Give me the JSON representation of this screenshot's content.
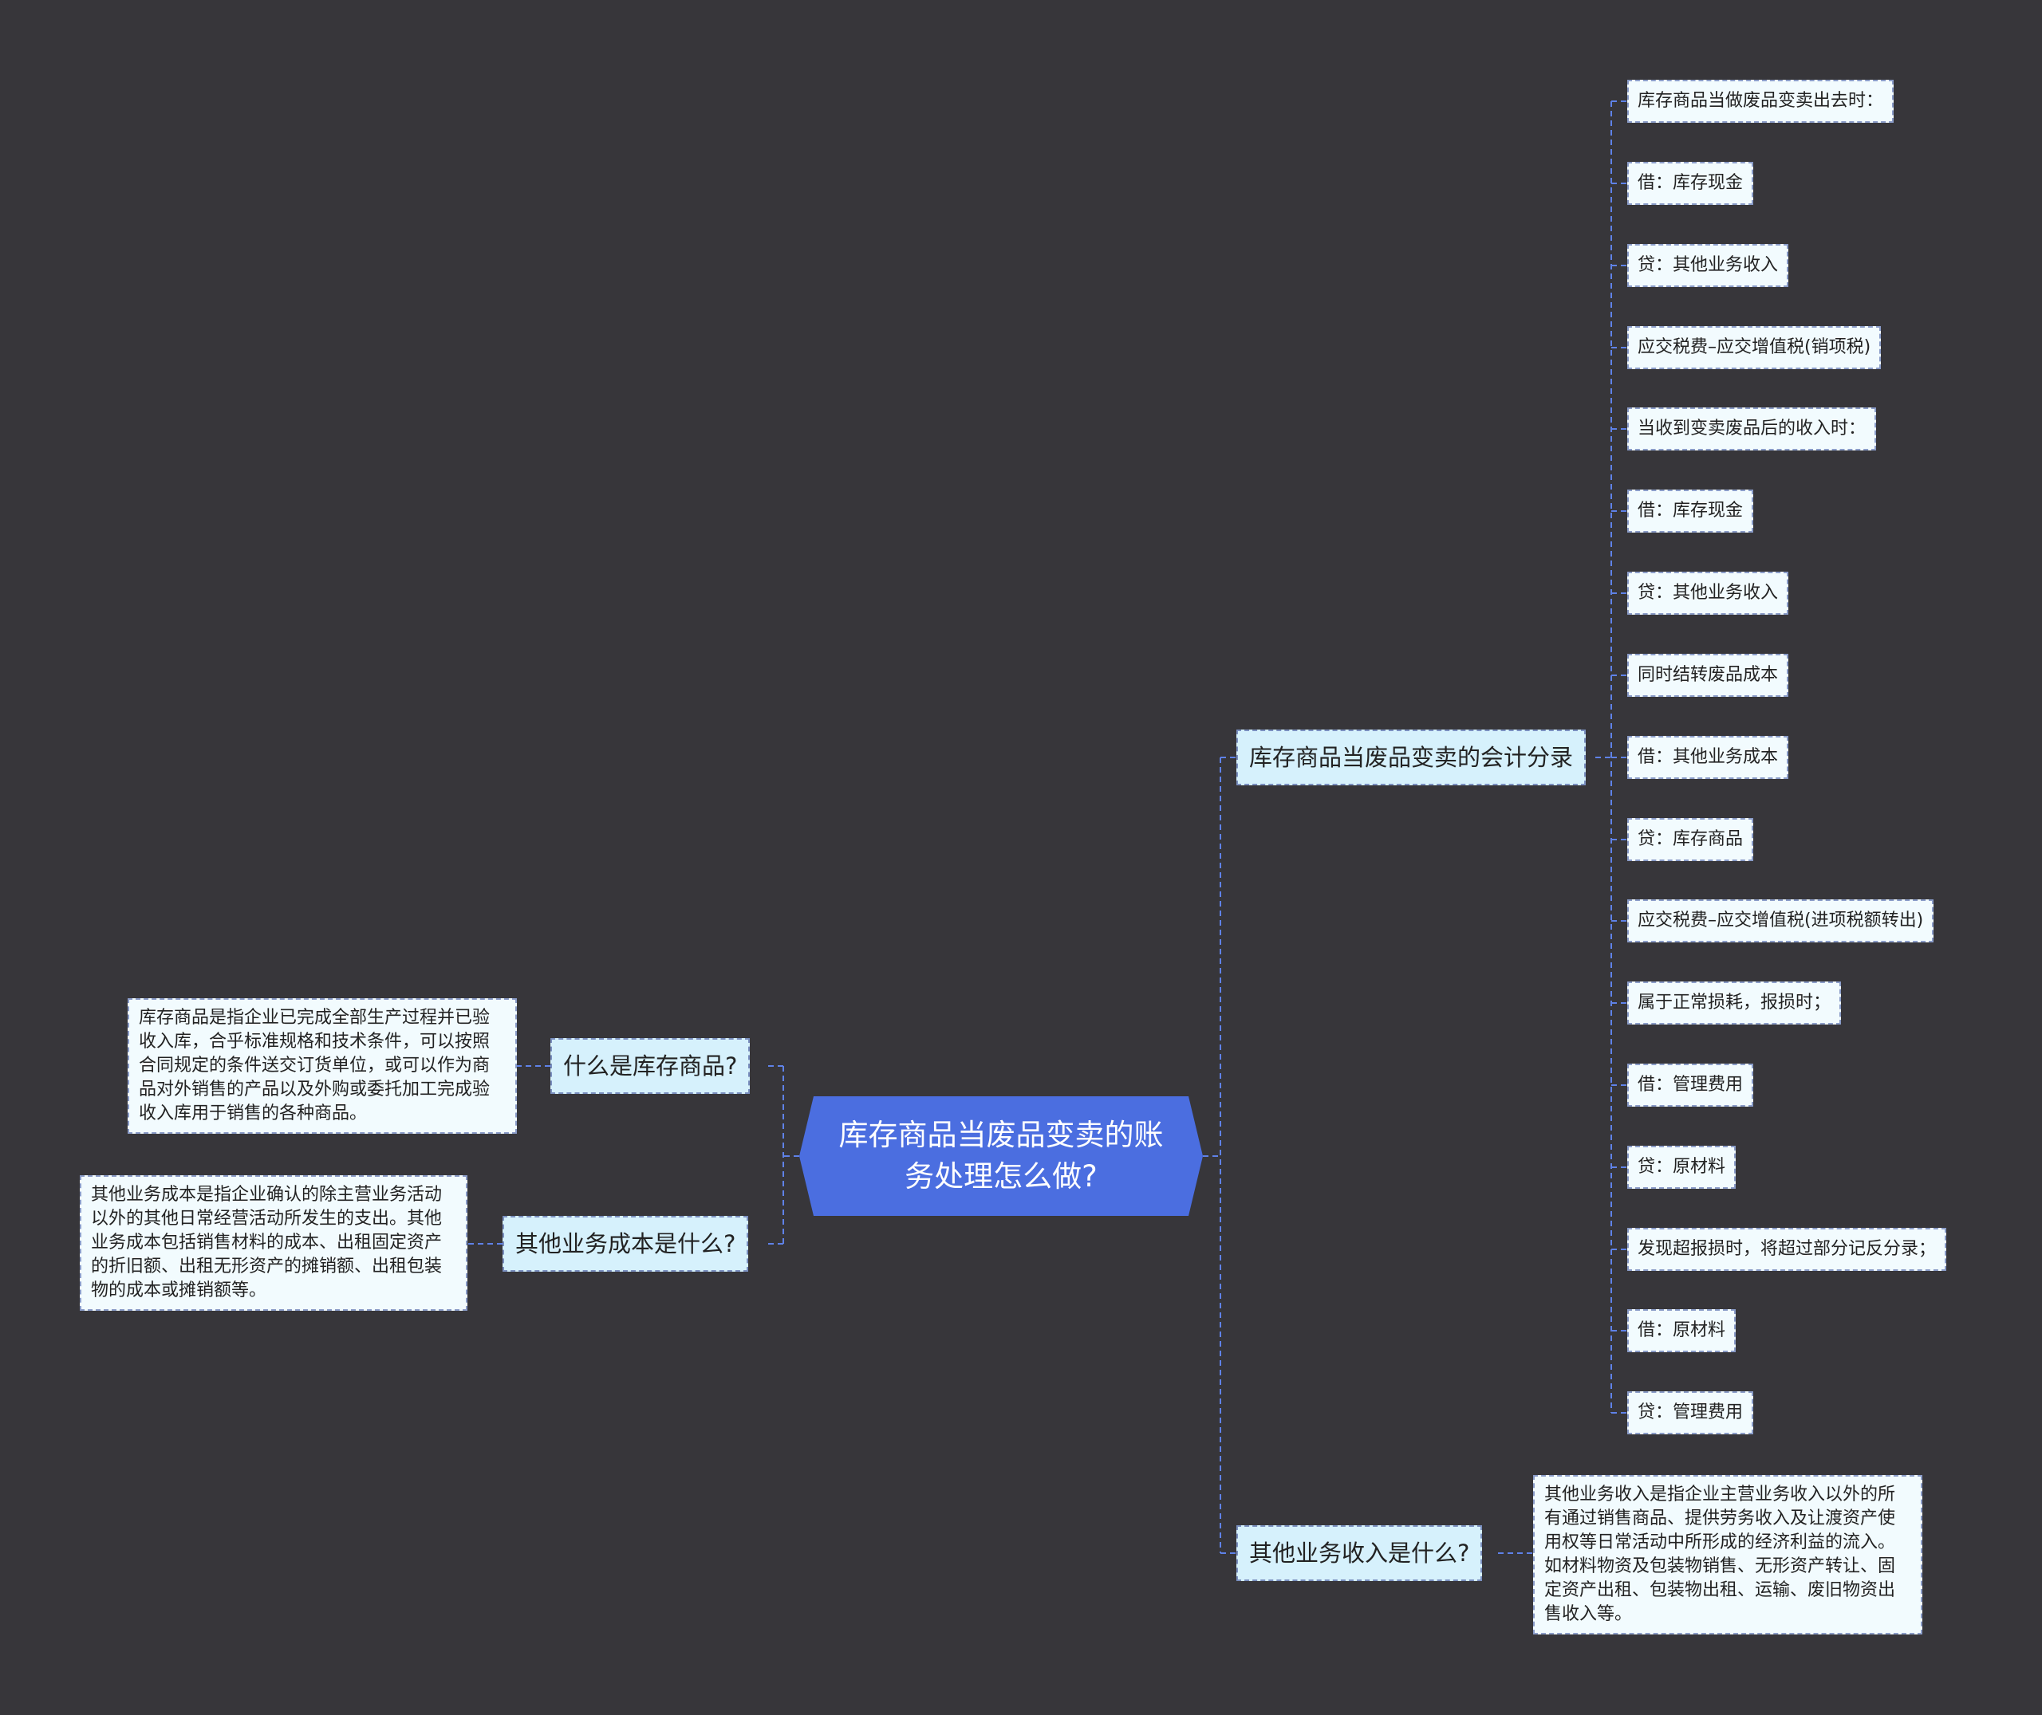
{
  "root": {
    "title": "库存商品当废品变卖的账务处理怎么做?"
  },
  "right_branches": [
    {
      "label": "库存商品当废品变卖的会计分录",
      "children": [
        "库存商品当做废品变卖出去时：",
        "借：库存现金",
        "贷：其他业务收入",
        "应交税费–应交增值税(销项税)",
        "当收到变卖废品后的收入时：",
        "借：库存现金",
        "贷：其他业务收入",
        "同时结转废品成本",
        "借：其他业务成本",
        "贷：库存商品",
        "应交税费–应交增值税(进项税额转出)",
        "属于正常损耗，报损时；",
        "借：管理费用",
        "贷：原材料",
        "发现超报损时，将超过部分记反分录；",
        "借：原材料",
        "贷：管理费用"
      ]
    },
    {
      "label": "其他业务收入是什么?",
      "note": "其他业务收入是指企业主营业务收入以外的所有通过销售商品、提供劳务收入及让渡资产使用权等日常活动中所形成的经济利益的流入。如材料物资及包装物销售、无形资产转让、固定资产出租、包装物出租、运输、废旧物资出售收入等。"
    }
  ],
  "left_branches": [
    {
      "label": "什么是库存商品?",
      "note": "库存商品是指企业已完成全部生产过程并已验收入库，合乎标准规格和技术条件，可以按照合同规定的条件送交订货单位，或可以作为商品对外销售的产品以及外购或委托加工完成验收入库用于销售的各种商品。"
    },
    {
      "label": "其他业务成本是什么?",
      "note": "其他业务成本是指企业确认的除主营业务活动以外的其他日常经营活动所发生的支出。其他业务成本包括销售材料的成本、出租固定资产的折旧额、出租无形资产的摊销额、出租包装物的成本或摊销额等。"
    }
  ],
  "colors": {
    "background": "#37363a",
    "root": "#4b6ee0",
    "branch": "#d6f1fc",
    "leaf": "#f2fbfe",
    "connector": "#5f82e8"
  }
}
